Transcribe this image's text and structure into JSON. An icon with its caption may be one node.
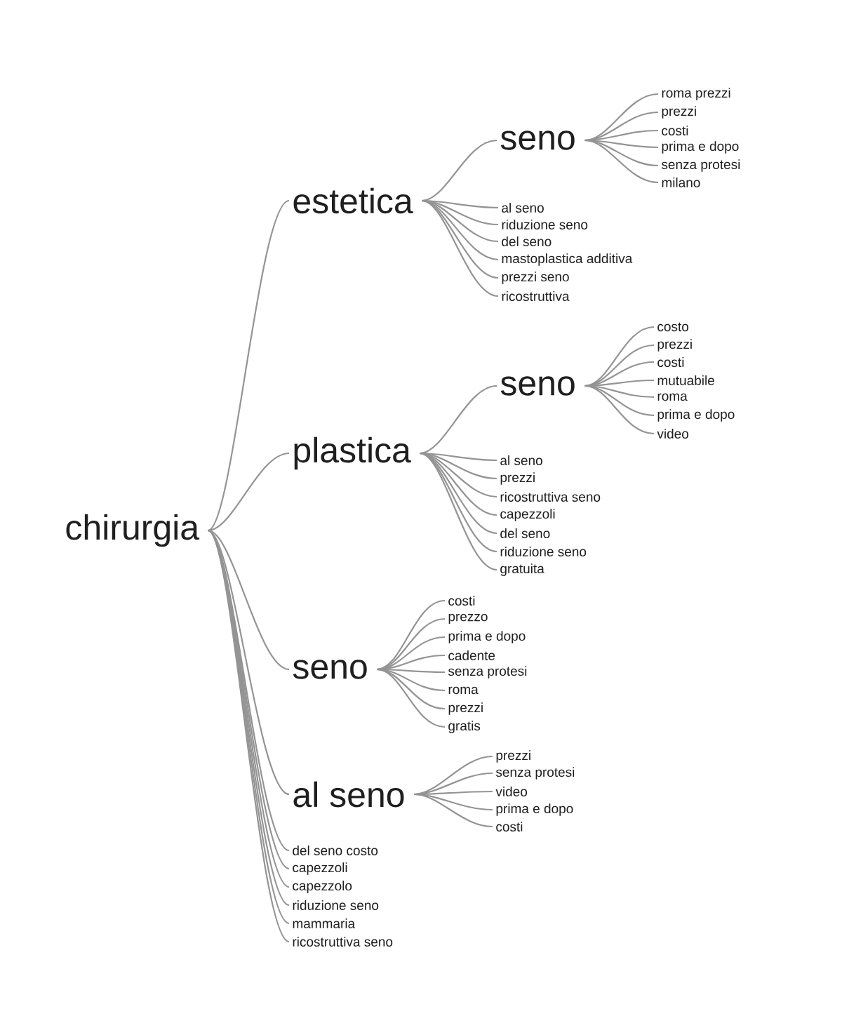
{
  "diagram": {
    "nodes": [
      {
        "text": [
          "chirurgia"
        ]
      },
      {
        "text": [
          "estetica"
        ]
      },
      {
        "text": [
          "seno"
        ]
      },
      {
        "text": [
          "roma prezzi"
        ]
      },
      {
        "text": [
          "prezzi"
        ]
      },
      {
        "text": [
          "costi"
        ]
      },
      {
        "text": [
          "prima e dopo"
        ]
      },
      {
        "text": [
          "senza protesi"
        ]
      },
      {
        "text": [
          "milano"
        ]
      },
      {
        "text": [
          "al seno"
        ]
      },
      {
        "text": [
          "riduzione seno"
        ]
      },
      {
        "text": [
          "del seno"
        ]
      },
      {
        "text": [
          "mastoplastica additiva"
        ]
      },
      {
        "text": [
          "prezzi seno"
        ]
      },
      {
        "text": [
          "ricostruttiva"
        ]
      },
      {
        "text": [
          "plastica"
        ]
      },
      {
        "text": [
          "seno"
        ]
      },
      {
        "text": [
          "costo"
        ]
      },
      {
        "text": [
          "prezzi"
        ]
      },
      {
        "text": [
          "costi"
        ]
      },
      {
        "text": [
          "mutuabile"
        ]
      },
      {
        "text": [
          "roma"
        ]
      },
      {
        "text": [
          "prima e dopo"
        ]
      },
      {
        "text": [
          "video"
        ]
      },
      {
        "text": [
          "al seno"
        ]
      },
      {
        "text": [
          "prezzi"
        ]
      },
      {
        "text": [
          "ricostruttiva seno"
        ]
      },
      {
        "text": [
          "capezzoli"
        ]
      },
      {
        "text": [
          "del seno"
        ]
      },
      {
        "text": [
          "riduzione seno"
        ]
      },
      {
        "text": [
          "gratuita"
        ]
      },
      {
        "text": [
          "seno"
        ]
      },
      {
        "text": [
          "costi"
        ]
      },
      {
        "text": [
          "prezzo"
        ]
      },
      {
        "text": [
          "prima e dopo"
        ]
      },
      {
        "text": [
          "cadente"
        ]
      },
      {
        "text": [
          "senza protesi"
        ]
      },
      {
        "text": [
          "roma"
        ]
      },
      {
        "text": [
          "prezzi"
        ]
      },
      {
        "text": [
          "gratis"
        ]
      },
      {
        "text": [
          "al seno"
        ]
      },
      {
        "text": [
          "prezzi"
        ]
      },
      {
        "text": [
          "senza protesi"
        ]
      },
      {
        "text": [
          "video"
        ]
      },
      {
        "text": [
          "prima e dopo"
        ]
      },
      {
        "text": [
          "costi"
        ]
      },
      {
        "text": [
          "del seno costo"
        ]
      },
      {
        "text": [
          "capezzoli"
        ]
      },
      {
        "text": [
          "capezzolo"
        ]
      },
      {
        "text": [
          "riduzione seno"
        ]
      },
      {
        "text": [
          "mammaria"
        ]
      },
      {
        "text": [
          "ricostruttiva seno"
        ]
      }
    ],
    "edges": [
      {
        "from": 0,
        "to": 1,
        "arrow": "none"
      },
      {
        "from": 1,
        "to": 2,
        "arrow": "none"
      },
      {
        "from": 2,
        "to": 3,
        "arrow": "none"
      },
      {
        "from": 2,
        "to": 4,
        "arrow": "none"
      },
      {
        "from": 2,
        "to": 5,
        "arrow": "none"
      },
      {
        "from": 2,
        "to": 6,
        "arrow": "none"
      },
      {
        "from": 2,
        "to": 7,
        "arrow": "none"
      },
      {
        "from": 2,
        "to": 8,
        "arrow": "none"
      },
      {
        "from": 1,
        "to": 9,
        "arrow": "none"
      },
      {
        "from": 1,
        "to": 10,
        "arrow": "none"
      },
      {
        "from": 1,
        "to": 11,
        "arrow": "none"
      },
      {
        "from": 1,
        "to": 12,
        "arrow": "none"
      },
      {
        "from": 1,
        "to": 13,
        "arrow": "none"
      },
      {
        "from": 1,
        "to": 14,
        "arrow": "none"
      },
      {
        "from": 0,
        "to": 15,
        "arrow": "none"
      },
      {
        "from": 15,
        "to": 16,
        "arrow": "none"
      },
      {
        "from": 16,
        "to": 17,
        "arrow": "none"
      },
      {
        "from": 16,
        "to": 18,
        "arrow": "none"
      },
      {
        "from": 16,
        "to": 19,
        "arrow": "none"
      },
      {
        "from": 16,
        "to": 20,
        "arrow": "none"
      },
      {
        "from": 16,
        "to": 21,
        "arrow": "none"
      },
      {
        "from": 16,
        "to": 22,
        "arrow": "none"
      },
      {
        "from": 16,
        "to": 23,
        "arrow": "none"
      },
      {
        "from": 15,
        "to": 24,
        "arrow": "none"
      },
      {
        "from": 15,
        "to": 25,
        "arrow": "none"
      },
      {
        "from": 15,
        "to": 26,
        "arrow": "none"
      },
      {
        "from": 15,
        "to": 27,
        "arrow": "none"
      },
      {
        "from": 15,
        "to": 28,
        "arrow": "none"
      },
      {
        "from": 15,
        "to": 29,
        "arrow": "none"
      },
      {
        "from": 15,
        "to": 30,
        "arrow": "none"
      },
      {
        "from": 0,
        "to": 31,
        "arrow": "none"
      },
      {
        "from": 31,
        "to": 32,
        "arrow": "none"
      },
      {
        "from": 31,
        "to": 33,
        "arrow": "none"
      },
      {
        "from": 31,
        "to": 34,
        "arrow": "none"
      },
      {
        "from": 31,
        "to": 35,
        "arrow": "none"
      },
      {
        "from": 31,
        "to": 36,
        "arrow": "none"
      },
      {
        "from": 31,
        "to": 37,
        "arrow": "none"
      },
      {
        "from": 31,
        "to": 38,
        "arrow": "none"
      },
      {
        "from": 31,
        "to": 39,
        "arrow": "none"
      },
      {
        "from": 0,
        "to": 40,
        "arrow": "none"
      },
      {
        "from": 40,
        "to": 41,
        "arrow": "none"
      },
      {
        "from": 40,
        "to": 42,
        "arrow": "none"
      },
      {
        "from": 40,
        "to": 43,
        "arrow": "none"
      },
      {
        "from": 40,
        "to": 44,
        "arrow": "none"
      },
      {
        "from": 40,
        "to": 45,
        "arrow": "none"
      },
      {
        "from": 0,
        "to": 46,
        "arrow": "none"
      },
      {
        "from": 0,
        "to": 47,
        "arrow": "none"
      },
      {
        "from": 0,
        "to": 48,
        "arrow": "none"
      },
      {
        "from": 0,
        "to": 49,
        "arrow": "none"
      },
      {
        "from": 0,
        "to": 50,
        "arrow": "none"
      },
      {
        "from": 0,
        "to": 51,
        "arrow": "none"
      }
    ]
  }
}
